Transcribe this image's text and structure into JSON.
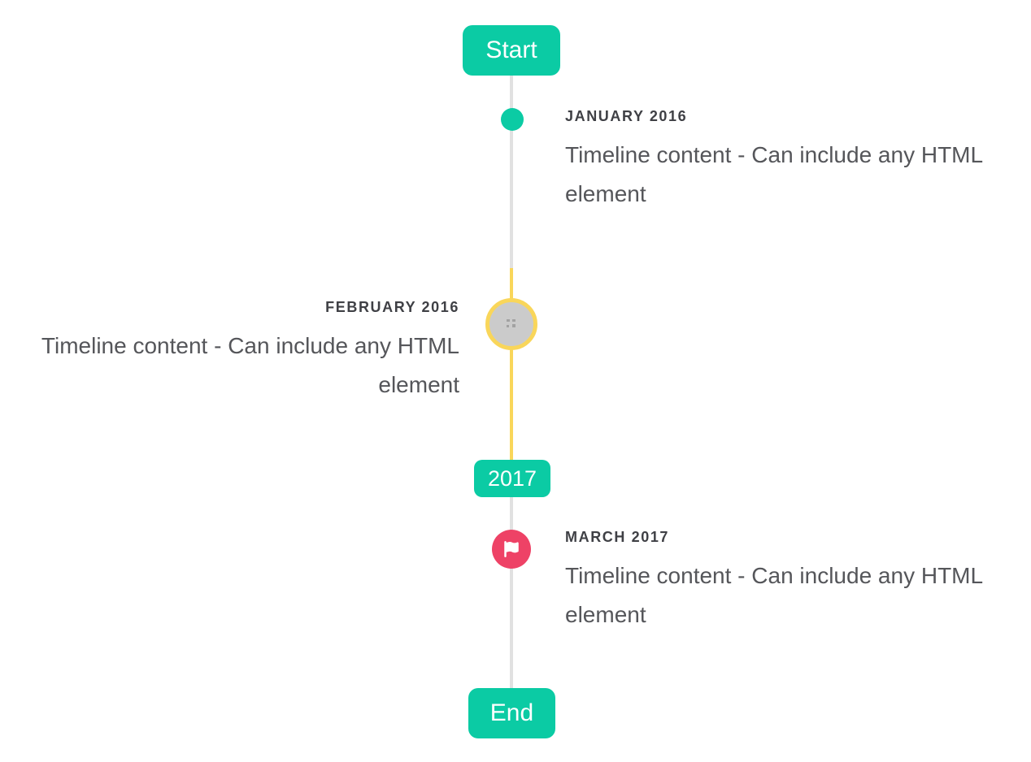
{
  "timeline": {
    "start_label": "Start",
    "end_label": "End",
    "year_badge": "2017",
    "colors": {
      "accent": "#0bcba4",
      "highlight": "#f9d65a",
      "flag": "#ee4266",
      "line": "#e1e1e1",
      "marker": "#cbcbcb"
    },
    "items": [
      {
        "title": "JANUARY 2016",
        "content": "Timeline content - Can include any HTML element",
        "side": "right",
        "marker": "dot-icon"
      },
      {
        "title": "FEBRUARY 2016",
        "content": "Timeline content - Can include any HTML element",
        "side": "left",
        "marker": "broken-image-icon"
      },
      {
        "title": "MARCH 2017",
        "content": "Timeline content - Can include any HTML element",
        "side": "right",
        "marker": "flag-icon"
      }
    ]
  }
}
